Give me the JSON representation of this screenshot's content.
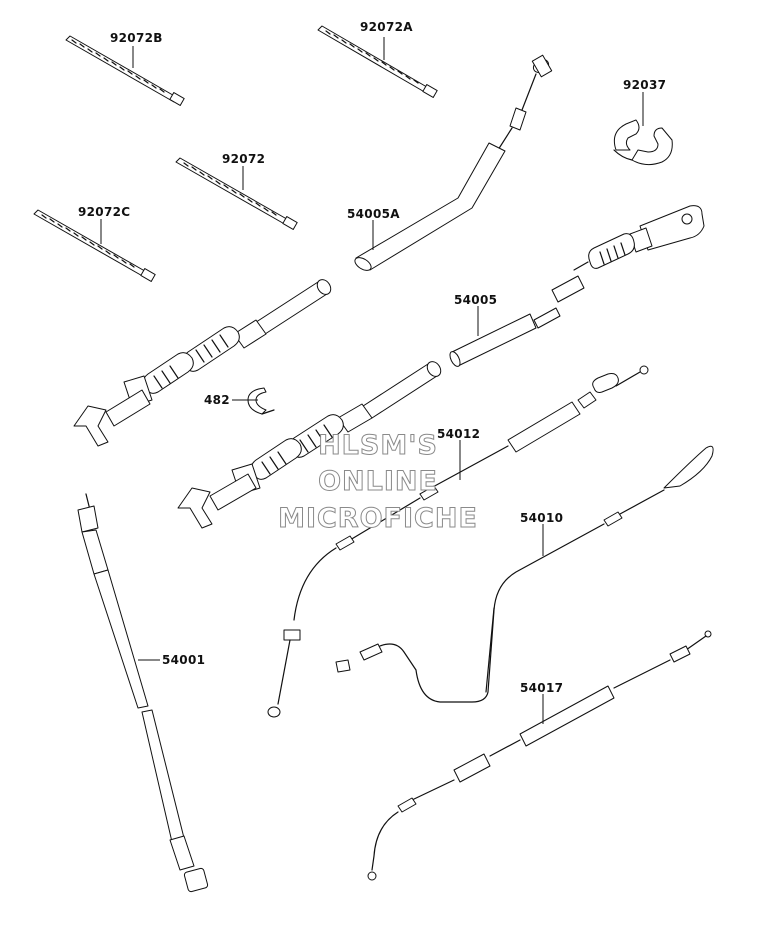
{
  "parts": [
    {
      "id": "92072B"
    },
    {
      "id": "92072A"
    },
    {
      "id": "92037"
    },
    {
      "id": "92072"
    },
    {
      "id": "54005A"
    },
    {
      "id": "92072C"
    },
    {
      "id": "54005"
    },
    {
      "id": "482"
    },
    {
      "id": "54012"
    },
    {
      "id": "54010"
    },
    {
      "id": "54001"
    },
    {
      "id": "54017"
    }
  ],
  "watermark": {
    "lines": [
      "HLSM'S",
      "ONLINE",
      "MICROFICHE"
    ]
  }
}
